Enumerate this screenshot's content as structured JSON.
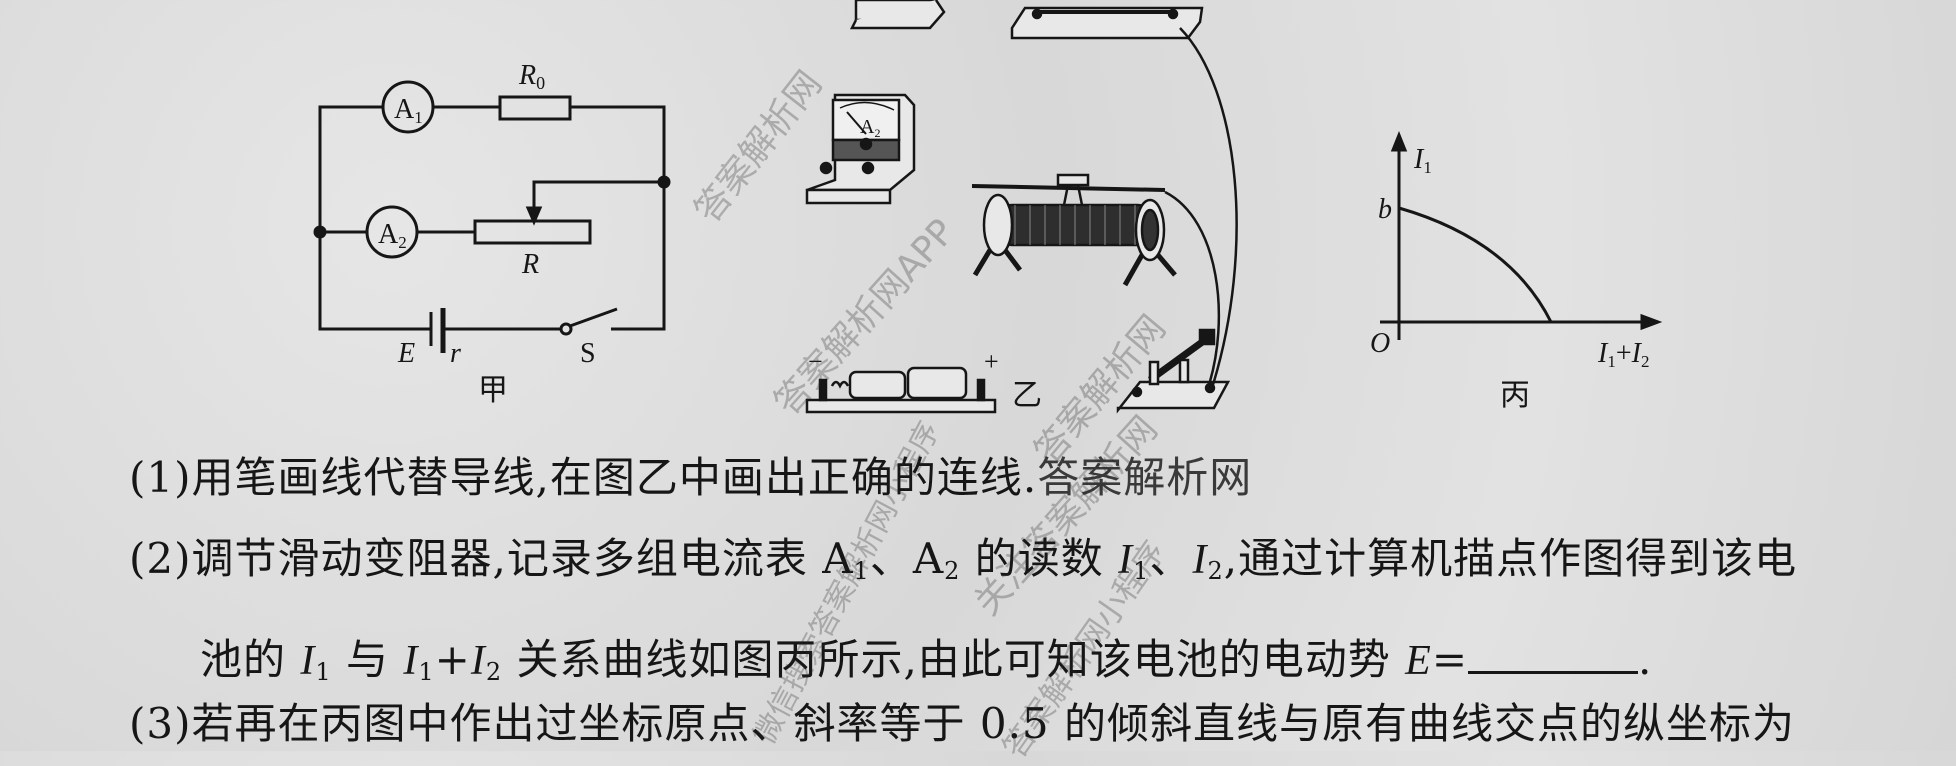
{
  "figures": {
    "jia": {
      "caption": "甲",
      "labels": {
        "A1": "A",
        "A1_sub": "1",
        "A2": "A",
        "A2_sub": "2",
        "R0": "R",
        "R0_sub": "0",
        "R": "R",
        "E": "E",
        "r": "r",
        "S": "S"
      }
    },
    "yi": {
      "caption": "乙",
      "battery_minus": "−",
      "battery_plus": "+",
      "meter_label": "A",
      "meter_sub": "2"
    },
    "bing": {
      "caption": "丙",
      "y_axis": "I",
      "y_axis_sub": "1",
      "x_axis_a": "I",
      "x_axis_a_sub": "1",
      "x_axis_plus": "+",
      "x_axis_b": "I",
      "x_axis_b_sub": "2",
      "intercept": "b",
      "origin": "O"
    }
  },
  "questions": [
    {
      "segments": [
        {
          "t": "(1)用笔画线代替导线,在图乙中画出正确的连线."
        },
        {
          "t": "答案解析网",
          "faint": true
        }
      ]
    },
    {
      "segments": [
        {
          "t": "(2)调节滑动变阻器,记录多组电流表 A"
        },
        {
          "t": "1",
          "sub": true
        },
        {
          "t": "、A"
        },
        {
          "t": "2",
          "sub": true
        },
        {
          "t": " 的读数 "
        },
        {
          "t": "I",
          "i": true
        },
        {
          "t": "1",
          "sub": true
        },
        {
          "t": "、"
        },
        {
          "t": "I",
          "i": true
        },
        {
          "t": "2",
          "sub": true
        },
        {
          "t": ",通过计算机描点作图得到该电"
        }
      ]
    },
    {
      "segments": [
        {
          "t": "池的 "
        },
        {
          "t": "I",
          "i": true
        },
        {
          "t": "1",
          "sub": true
        },
        {
          "t": " 与 "
        },
        {
          "t": "I",
          "i": true
        },
        {
          "t": "1",
          "sub": true
        },
        {
          "t": "+"
        },
        {
          "t": "I",
          "i": true
        },
        {
          "t": "2",
          "sub": true
        },
        {
          "t": " 关系曲线如图丙所示,由此可知该电池的电动势 "
        },
        {
          "t": "E",
          "i": true
        },
        {
          "t": "="
        },
        {
          "blank": true
        },
        {
          "t": "."
        }
      ]
    },
    {
      "segments": [
        {
          "t": "(3)若再在丙图中作出过坐标原点、斜率等于 0.5 的倾斜直线与原有曲线交点的纵坐标为"
        }
      ]
    }
  ],
  "watermarks": [
    "答案解析网",
    "答案解析网APP",
    "答案解析网",
    "关注答案解析网",
    "微信搜索答案解析网小程序",
    "答案解析网小程序"
  ],
  "colors": {
    "ink": "#161616",
    "paper": "#dcdcdc"
  }
}
